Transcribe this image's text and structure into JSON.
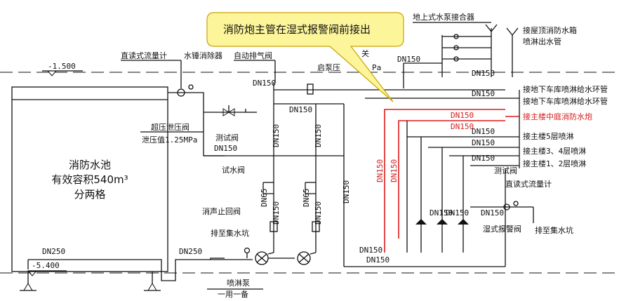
{
  "callout": {
    "text": "消防炮主管在湿式报警阀前接出"
  },
  "pool": {
    "line1": "消防水池",
    "line2": "有效容积540m³",
    "line3": "分两格"
  },
  "levels": {
    "top": "-1.500",
    "bottom": "-5.400"
  },
  "labels": {
    "flowmeter_left": "直读式流量计",
    "hammer_eliminator": "水锤消除器",
    "auto_vent": "自动排气阀",
    "pressure_switch_partial": "关",
    "start_pressure": "启泵压",
    "pressure_unit_partial": "Pa",
    "overpressure_valve": "超压泄压阀",
    "relief_pressure": "泄压值1.25MPa",
    "test_valve_upper": "测试阀",
    "test_water_valve": "试水阀",
    "silencer_check": "消声止回阀",
    "drain_pit_left": "排至集水坑",
    "pump": "喷淋泵",
    "duty_standby": "一用一备",
    "pump_adapter": "地上式水泵接合器",
    "roof_tank": "接屋顶消防水箱",
    "roof_tank_2": "喷淋出水管",
    "basement_loop_1": "接地下车库喷淋给水环管",
    "basement_loop_2": "接地下车库喷淋给水环管",
    "courtyard_cannon": "接主楼中庭消防水炮",
    "floor5": "接主楼5层喷淋",
    "floor34": "接主楼3、4层喷淋",
    "floor12": "接主楼1、2层喷淋",
    "test_valve_right": "测试阀",
    "flowmeter_right": "直读式流量计",
    "wet_alarm_valve": "湿式报警阀",
    "drain_pit_right": "排至集水坑"
  },
  "pipe_sizes": {
    "dn150": "DN150",
    "dn250": "DN250",
    "dn65": "DN65"
  },
  "colors": {
    "highlight": "#e01818",
    "callout_fill": "#fdf59a"
  }
}
